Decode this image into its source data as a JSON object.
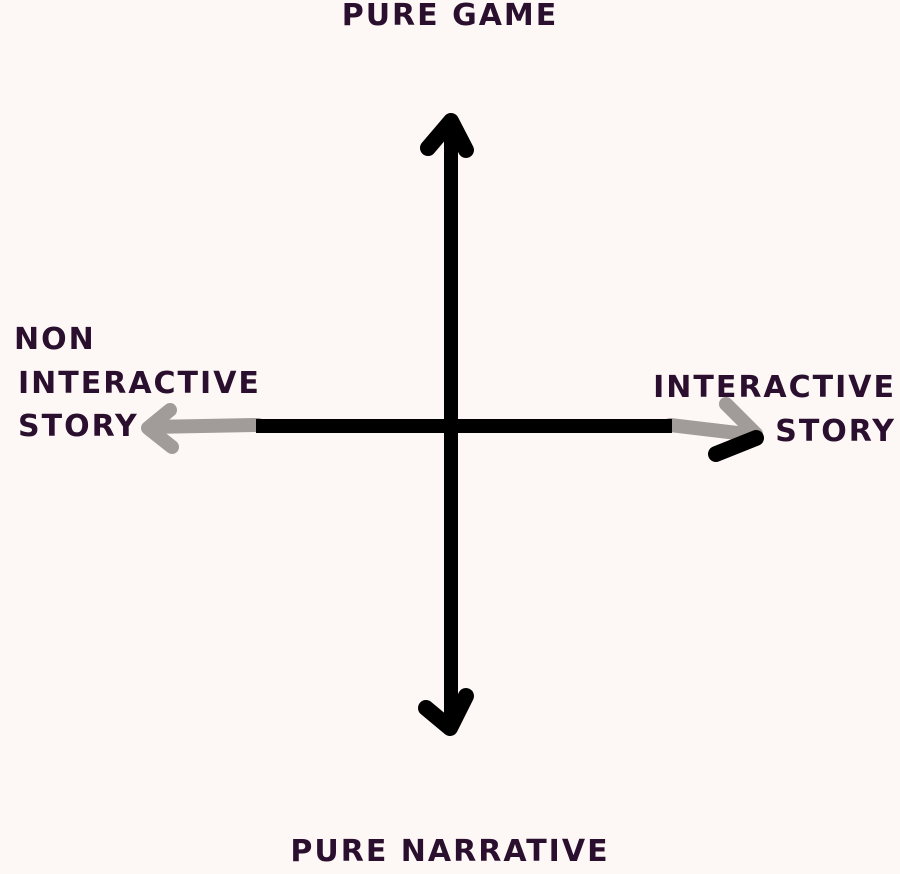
{
  "diagram": {
    "top_label": "PURE GAME",
    "bottom_label": "PURE NARRATIVE",
    "left_label_lines": [
      "NON",
      "INTERACTIVE",
      "STORY"
    ],
    "right_label_lines": [
      "INTERACTIVE",
      "STORY"
    ],
    "colors": {
      "background": "#fdf8f5",
      "axis": "#000000",
      "left_extension": "#a19c99",
      "right_extension": "#a19c99",
      "label_text": "#2a0f2e"
    }
  }
}
